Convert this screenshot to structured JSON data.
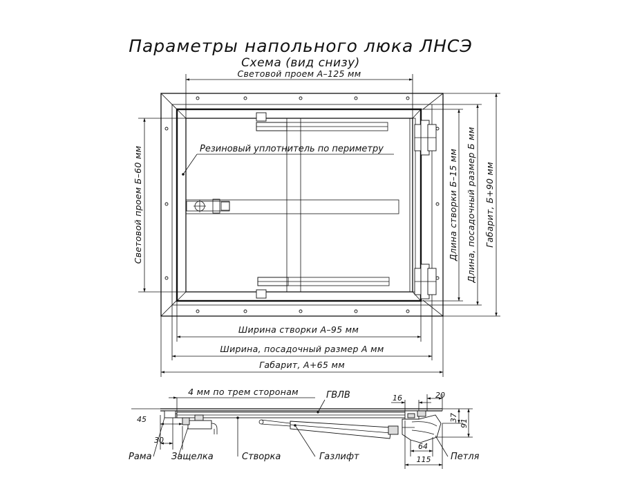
{
  "title": "Параметры напольного люка ЛНСЭ",
  "subtitle": "Схема (вид снизу)",
  "plan": {
    "light_opening_width": "Световой проем A–125 мм",
    "light_opening_height": "Световой проем Б–60 мм",
    "seal": "Резиновый уплотнитель по периметру",
    "sash_width": "Ширина створки A–95 мм",
    "mount_width": "Ширина, посадочный размер A мм",
    "overall_width": "Габарит, A+65 мм",
    "sash_length": "Длина створки Б–15 мм",
    "mount_length": "Длина, посадочный размер Б мм",
    "overall_length": "Габарит, Б+90 мм"
  },
  "section": {
    "gap_note": "4 мм по трем сторонам",
    "gvlv": "ГВЛВ",
    "d45": "45",
    "d30": "30",
    "d16": "16",
    "d20": "20",
    "d37": "37",
    "d91": "91",
    "d64": "64",
    "d115": "115",
    "frame": "Рама",
    "latch": "Защелка",
    "sash": "Створка",
    "gaslift": "Газлифт",
    "hinge": "Петля"
  }
}
